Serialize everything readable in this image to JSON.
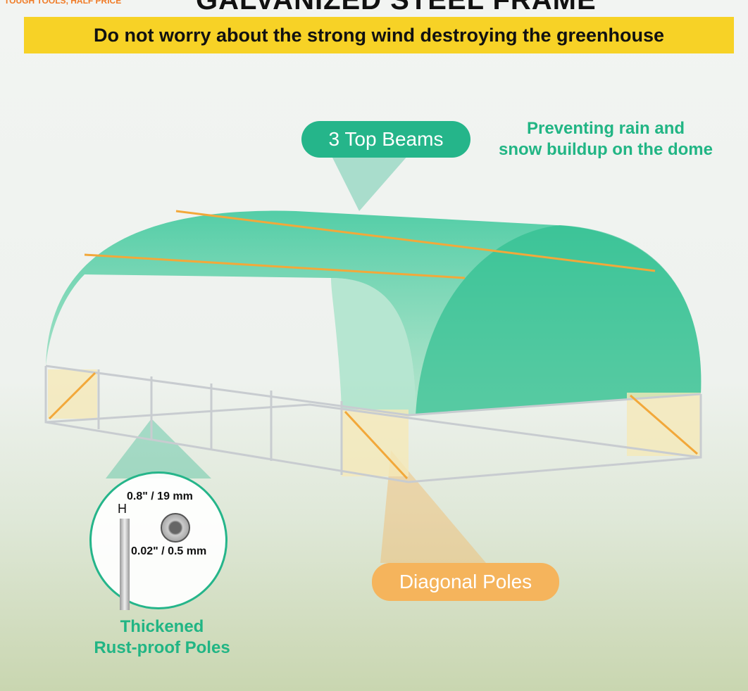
{
  "brand": {
    "tagline": "TOUGH TOOLS, HALF PRICE"
  },
  "header": {
    "title": "GALVANIZED STEEL FRAME",
    "banner": "Do not worry about the strong wind destroying the greenhouse"
  },
  "callouts": {
    "top_beams": "3 Top Beams",
    "top_beams_note_line1": "Preventing rain and",
    "top_beams_note_line2": "snow buildup on the dome",
    "diagonal_poles": "Diagonal Poles",
    "poles_note_line1": "Thickened",
    "poles_note_line2": "Rust-proof Poles"
  },
  "specs": {
    "diameter": "0.8\" / 19 mm",
    "wall_thickness": "0.02\" / 0.5 mm"
  },
  "colors": {
    "accent_green": "#25b58a",
    "accent_orange": "#f5b45c",
    "banner_yellow": "#f7d226"
  }
}
